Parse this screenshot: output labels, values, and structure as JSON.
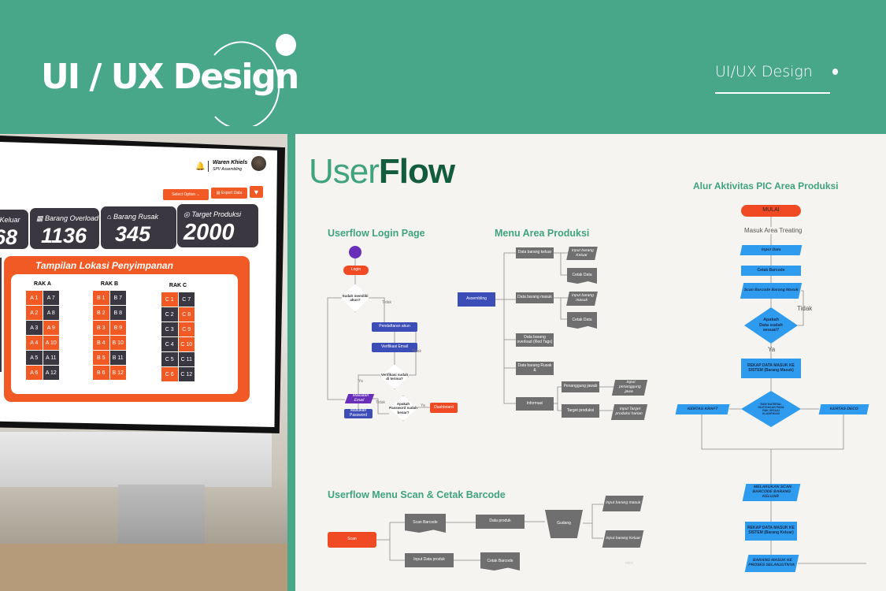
{
  "header": {
    "logo": "UI / UX Design",
    "nav_label": "UI/UX Design"
  },
  "dashboard": {
    "user_name": "Waren Khiels",
    "user_role": "SPV Assembling",
    "select_option": "Select Option",
    "export_data": "Export Data",
    "cards": [
      {
        "title": "g Keluar",
        "value": "68"
      },
      {
        "title": "Barang Overload",
        "value": "1136"
      },
      {
        "title": "Barang Rusak",
        "value": "345"
      },
      {
        "title": "Target Produksi",
        "value": "2000"
      }
    ],
    "storage_title": "Tampilan Lokasi Penyimpanan",
    "colors": {
      "filled": "#f15a24",
      "empty": "#3a3740"
    },
    "racks": [
      {
        "label": "RAK A",
        "cells": [
          [
            "A 1",
            "filled"
          ],
          [
            "A 7",
            "empty"
          ],
          [
            "A 2",
            "filled"
          ],
          [
            "A 8",
            "empty"
          ],
          [
            "A 3",
            "empty"
          ],
          [
            "A 9",
            "filled"
          ],
          [
            "A 4",
            "filled"
          ],
          [
            "A 10",
            "filled"
          ],
          [
            "A 5",
            "empty"
          ],
          [
            "A 11",
            "empty"
          ],
          [
            "A 6",
            "filled"
          ],
          [
            "A 12",
            "empty"
          ]
        ]
      },
      {
        "label": "RAK B",
        "cells": [
          [
            "B 1",
            "filled"
          ],
          [
            "B 7",
            "empty"
          ],
          [
            "B 2",
            "filled"
          ],
          [
            "B 8",
            "empty"
          ],
          [
            "B 3",
            "filled"
          ],
          [
            "B 9",
            "filled"
          ],
          [
            "B 4",
            "filled"
          ],
          [
            "B 10",
            "filled"
          ],
          [
            "B 5",
            "filled"
          ],
          [
            "B 11",
            "empty"
          ],
          [
            "B 6",
            "filled"
          ],
          [
            "B 12",
            "filled"
          ]
        ]
      },
      {
        "label": "RAK C",
        "cells": [
          [
            "C 1",
            "filled"
          ],
          [
            "C 7",
            "empty"
          ],
          [
            "C 2",
            "empty"
          ],
          [
            "C 8",
            "filled"
          ],
          [
            "C 3",
            "empty"
          ],
          [
            "C 9",
            "filled"
          ],
          [
            "C 4",
            "empty"
          ],
          [
            "C 10",
            "filled"
          ],
          [
            "C 5",
            "empty"
          ],
          [
            "C 11",
            "empty"
          ],
          [
            "C 6",
            "filled"
          ],
          [
            "C 12",
            "empty"
          ]
        ]
      }
    ]
  },
  "board": {
    "title_light": "User",
    "title_bold": "Flow",
    "login": {
      "title": "Userflow Login Page",
      "login": "Login",
      "q_account": "Sudah memiliki akun?",
      "no": "Tidak",
      "yes": "Ya",
      "register": "Pendaftaran akun",
      "verify_email": "Verifikasi Email",
      "q_verified": "Verifikasi sudah di terima?",
      "enter_email": "Masukan Email",
      "enter_password": "Masukan Password",
      "q_password": "Apakah Password sudah benar?",
      "dashboard": "Dashboard"
    },
    "menu": {
      "title": "Menu Area Produksi",
      "assembling": "Assembling",
      "keluar": "Data barang keluar",
      "input_keluar": "Input barang Keluar",
      "cetak1": "Cetak Data",
      "masuk": "Data barang masuk",
      "input_masuk": "Input barang masuk",
      "cetak2": "Cetak Data",
      "overload": "Data barang overload (Red Tags)",
      "rusak": "Data barang Rusak &",
      "informasi": "Informasi",
      "pj": "Penanggung jawab",
      "input_pj": "Input penanggung jawa",
      "target": "Target produksi",
      "input_target": "Input Target produksi harian"
    },
    "scan": {
      "title": "Userflow Menu Scan & Cetak Barcode",
      "scan": "Scan",
      "scan_barcode": "Scan Barcode",
      "data_produk": "Data produk",
      "gudang": "Gudang",
      "input_masuk": "Input barang masuk",
      "input_keluar": "Input barang Keluar",
      "input_data": "Input Data produk",
      "cetak_barcode": "Cetak Barcode",
      "watermark": "miro"
    },
    "pic": {
      "title": "Alur Aktivitas PIC Area Produksi",
      "mulai": "MULAI",
      "masuk_area": "Masuk Area Treating",
      "input_data": "Input Data",
      "cetak": "Cetak Barcode",
      "scan_masuk": "Scan Barcode Barang Masuk",
      "q_sesuai": "Apakah Data sudah sesuai?",
      "tidak": "Tidak",
      "ya": "Ya",
      "rekap_masuk": "REKAP DATA MASUK KE SISTEM (Barang Masuk)",
      "q_raw": "RAW MATERIAL DILETAKKAN PADA RAK SESUAI KLASIFIKASI",
      "kraft": "KERTAS KRAFT",
      "deco": "KERTAS DECO",
      "scan_keluar": "MELAKUKAN SCAN BARCODE BARANG KELUAR",
      "rekap_keluar": "REKAP DATA MASUK KE SISTEM (Barang Keluar)",
      "lanjut": "BARANG MASUK KE PROSES SELANJUTNYA"
    }
  }
}
